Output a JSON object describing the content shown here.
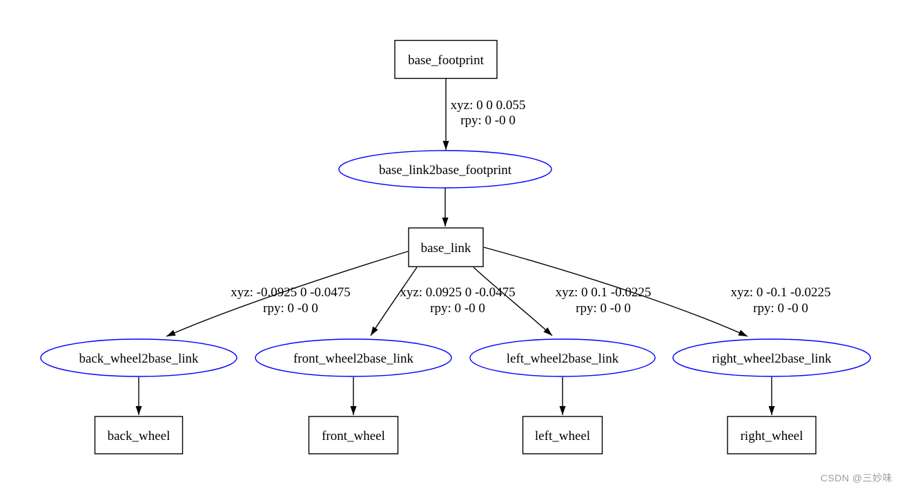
{
  "graph": {
    "title": "urdf-link-joint-tree",
    "link_color": "#000000",
    "joint_color": "#0000ff",
    "nodes": [
      {
        "id": "base_footprint",
        "label": "base_footprint",
        "shape": "box"
      },
      {
        "id": "base_link2base_footprint",
        "label": "base_link2base_footprint",
        "shape": "ellipse"
      },
      {
        "id": "base_link",
        "label": "base_link",
        "shape": "box"
      },
      {
        "id": "back_wheel2base_link",
        "label": "back_wheel2base_link",
        "shape": "ellipse"
      },
      {
        "id": "front_wheel2base_link",
        "label": "front_wheel2base_link",
        "shape": "ellipse"
      },
      {
        "id": "left_wheel2base_link",
        "label": "left_wheel2base_link",
        "shape": "ellipse"
      },
      {
        "id": "right_wheel2base_link",
        "label": "right_wheel2base_link",
        "shape": "ellipse"
      },
      {
        "id": "back_wheel",
        "label": "back_wheel",
        "shape": "box"
      },
      {
        "id": "front_wheel",
        "label": "front_wheel",
        "shape": "box"
      },
      {
        "id": "left_wheel",
        "label": "left_wheel",
        "shape": "box"
      },
      {
        "id": "right_wheel",
        "label": "right_wheel",
        "shape": "box"
      }
    ],
    "edges": [
      {
        "from": "base_footprint",
        "to": "base_link2base_footprint",
        "label": [
          "xyz: 0 0 0.055",
          "rpy: 0 -0 0"
        ]
      },
      {
        "from": "base_link2base_footprint",
        "to": "base_link",
        "label": []
      },
      {
        "from": "base_link",
        "to": "back_wheel2base_link",
        "label": [
          "xyz: -0.0925 0 -0.0475",
          "rpy: 0 -0 0"
        ]
      },
      {
        "from": "base_link",
        "to": "front_wheel2base_link",
        "label": [
          "xyz: 0.0925 0 -0.0475",
          "rpy: 0 -0 0"
        ]
      },
      {
        "from": "base_link",
        "to": "left_wheel2base_link",
        "label": [
          "xyz: 0 0.1 -0.0225",
          "rpy: 0 -0 0"
        ]
      },
      {
        "from": "base_link",
        "to": "right_wheel2base_link",
        "label": [
          "xyz: 0 -0.1 -0.0225",
          "rpy: 0 -0 0"
        ]
      },
      {
        "from": "back_wheel2base_link",
        "to": "back_wheel",
        "label": []
      },
      {
        "from": "front_wheel2base_link",
        "to": "front_wheel",
        "label": []
      },
      {
        "from": "left_wheel2base_link",
        "to": "left_wheel",
        "label": []
      },
      {
        "from": "right_wheel2base_link",
        "to": "right_wheel",
        "label": []
      }
    ]
  },
  "watermark": {
    "text": "CSDN @三妙味",
    "color": "#9c9c9c"
  }
}
